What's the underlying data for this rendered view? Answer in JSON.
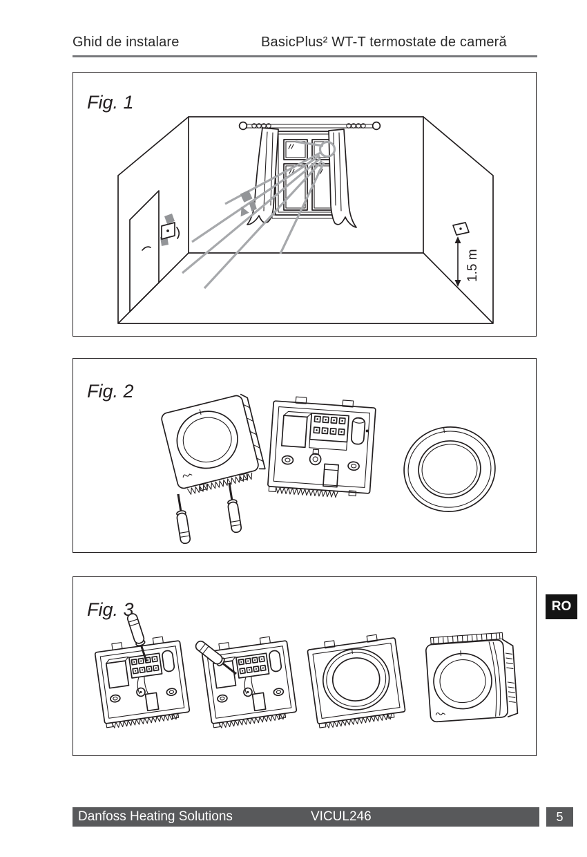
{
  "header": {
    "doc_title": "Ghid de instalare",
    "product_title": "BasicPlus² WT-T termostate de cameră"
  },
  "figures": [
    {
      "label": "Fig. 1",
      "distance_label": "1.5 m"
    },
    {
      "label": "Fig. 2"
    },
    {
      "label": "Fig. 3"
    }
  ],
  "language_badge": "RO",
  "footer": {
    "company": "Danfoss Heating Solutions",
    "document_code": "VICUL246",
    "page_number": "5"
  },
  "colors": {
    "line": "#231f20",
    "gray_accent": "#a7a9ac",
    "mid_gray": "#939598",
    "footer_gray": "#58595b",
    "rule_gray": "#77787b",
    "badge_black": "#141414"
  }
}
